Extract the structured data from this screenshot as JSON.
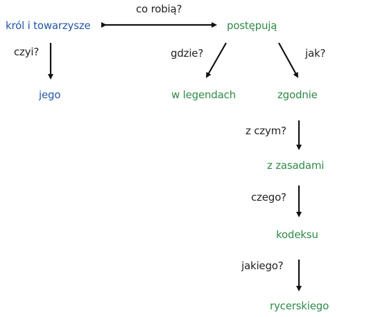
{
  "nodes": {
    "krol": "król i towarzysze",
    "postepuja": "postępują",
    "jego": "jego",
    "w_legendach": "w legendach",
    "zgodnie": "zgodnie",
    "z_zasadami": "z zasadami",
    "kodeksu": "kodeksu",
    "rycerskiego": "rycerskiego"
  },
  "questions": {
    "co_robia": "co robią?",
    "czyi": "czyi?",
    "gdzie": "gdzie?",
    "jak": "jak?",
    "z_czym": "z czym?",
    "czego": "czego?",
    "jakiego": "jakiego?"
  },
  "colors": {
    "subject": "#2456a4",
    "predicate": "#2e8a48",
    "question": "#222222",
    "arrow": "#111111"
  }
}
